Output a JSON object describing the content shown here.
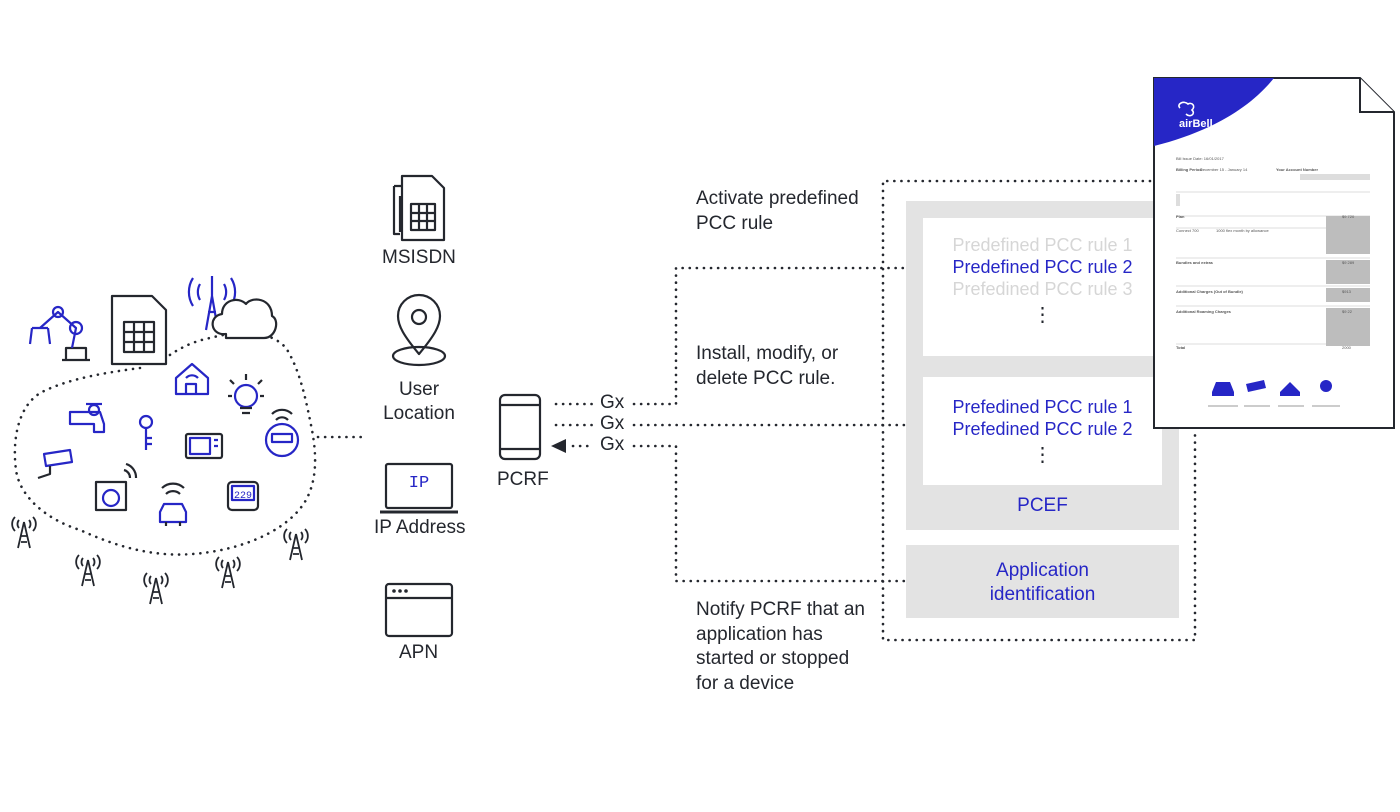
{
  "identifiers": {
    "msisdn": "MSISDN",
    "user_location": "User\nLocation",
    "ip_icon_text": "IP",
    "ip_address": "IP Address",
    "apn": "APN"
  },
  "pcrf": {
    "label": "PCRF"
  },
  "interfaces": [
    "Gx",
    "Gx",
    "Gx"
  ],
  "notes": {
    "activate": "Activate predefined PCC rule",
    "install": "Install, modify, or delete PCC rule.",
    "notify": "Notify PCRF that an application has started or stopped for a device"
  },
  "pcef": {
    "label": "PCEF",
    "box1_rules": [
      "Predefined PCC rule 1",
      "Predefined PCC rule 2",
      "Prefedined PCC rule 3"
    ],
    "box2_rules": [
      "Prefedined PCC rule 1",
      "Prefedined PCC rule 2"
    ],
    "ellipsis": "⋮"
  },
  "app_id": {
    "label": "Application identification"
  },
  "bill": {
    "brand": "airBell",
    "issue_date": "Bill Issue Date: 16/01/2017",
    "billing_period_label": "Billing Period",
    "billing_period_value": "December 15 - January 14",
    "account_label": "Your Account Number",
    "rows": [
      {
        "label": "Plan",
        "value": "$9 720"
      },
      {
        "label": "Connect 700",
        "value": "1000 flex month by allowance"
      },
      {
        "label": "Bundles and extras",
        "value": "$9 289"
      },
      {
        "label": "Additional Charges (Out of Bundle)",
        "value": "$913"
      },
      {
        "label": "Additional Roaming Charges",
        "value": "$9 22"
      },
      {
        "label": "Total",
        "value": "2000"
      }
    ]
  },
  "colors": {
    "accent": "#2626c6",
    "text": "#24272e",
    "panel": "#e3e3e3",
    "faded": "#d6d6d6"
  }
}
